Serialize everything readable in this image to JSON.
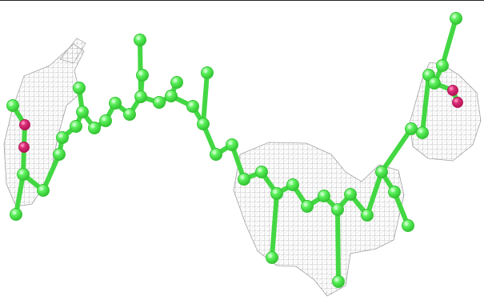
{
  "scene": {
    "subject": "molecule-ball-and-stick-with-density-mesh",
    "colors": {
      "background": "#ffffff",
      "top_border": "#222222",
      "mesh": "#8f8f8f",
      "mesh_light": "#c7c7c7",
      "carbon": "#58ee58",
      "carbon_dark": "#33c333",
      "carbon_highlight": "#c9ffc9",
      "oxygen": "#d62b74",
      "oxygen_dark": "#b51457",
      "oxygen_highlight": "#ff8bbb",
      "bond": "#43d843"
    },
    "icons": {
      "mesh": "density-mesh",
      "atom": "sphere-atom",
      "bond": "cylinder-bond"
    }
  }
}
